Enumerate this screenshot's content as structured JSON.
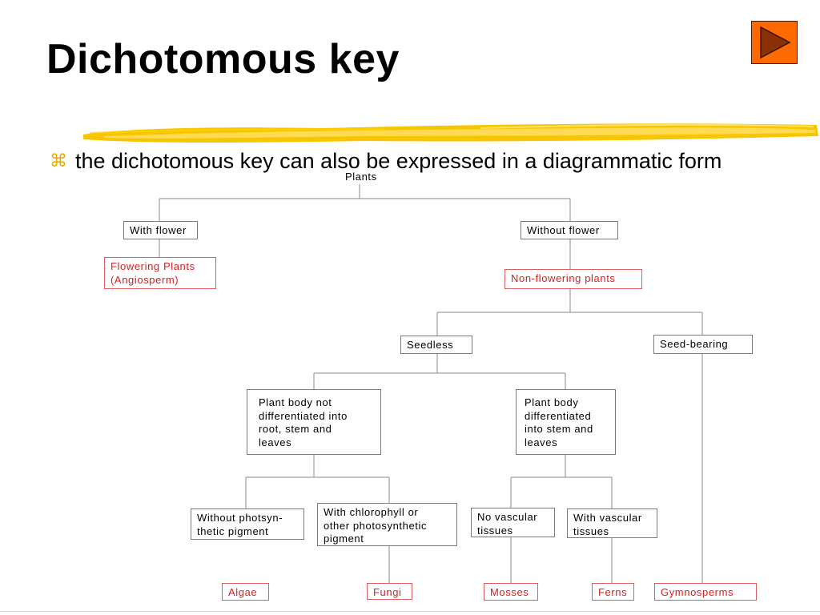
{
  "slide": {
    "title": "Dichotomous key",
    "bullet": "the dichotomous key can also be expressed in a diagrammatic form",
    "bullet_icon": "command-icon",
    "nav_button_icon": "play-triangle-icon",
    "accent_color": "#ff6a00",
    "highlight_color": "#f7c600"
  },
  "tree": {
    "root": "Plants",
    "with_flower": "With flower",
    "flowering_plants": [
      "Flowering Plants",
      "(Angiosperm)"
    ],
    "without_flower": "Without flower",
    "non_flowering": "Non-flowering plants",
    "seedless": "Seedless",
    "seed_bearing": "Seed-bearing",
    "not_differentiated": [
      "Plant body not",
      "differentiated into",
      "root, stem and",
      "leaves"
    ],
    "differentiated": [
      "Plant body",
      "differentiated",
      "into stem and",
      "leaves"
    ],
    "without_pigment": [
      "Without photsyn-",
      "thetic pigment"
    ],
    "with_chlorophyll": [
      "With chlorophyll or",
      "other photosynthetic",
      "pigment"
    ],
    "no_vascular": [
      "No vascular",
      "tissues"
    ],
    "with_vascular": [
      "With vascular",
      "tissues"
    ],
    "algae": "Algae",
    "fungi": "Fungi",
    "mosses": "Mosses",
    "ferns": "Ferns",
    "gymnosperms": "Gymnosperms"
  }
}
